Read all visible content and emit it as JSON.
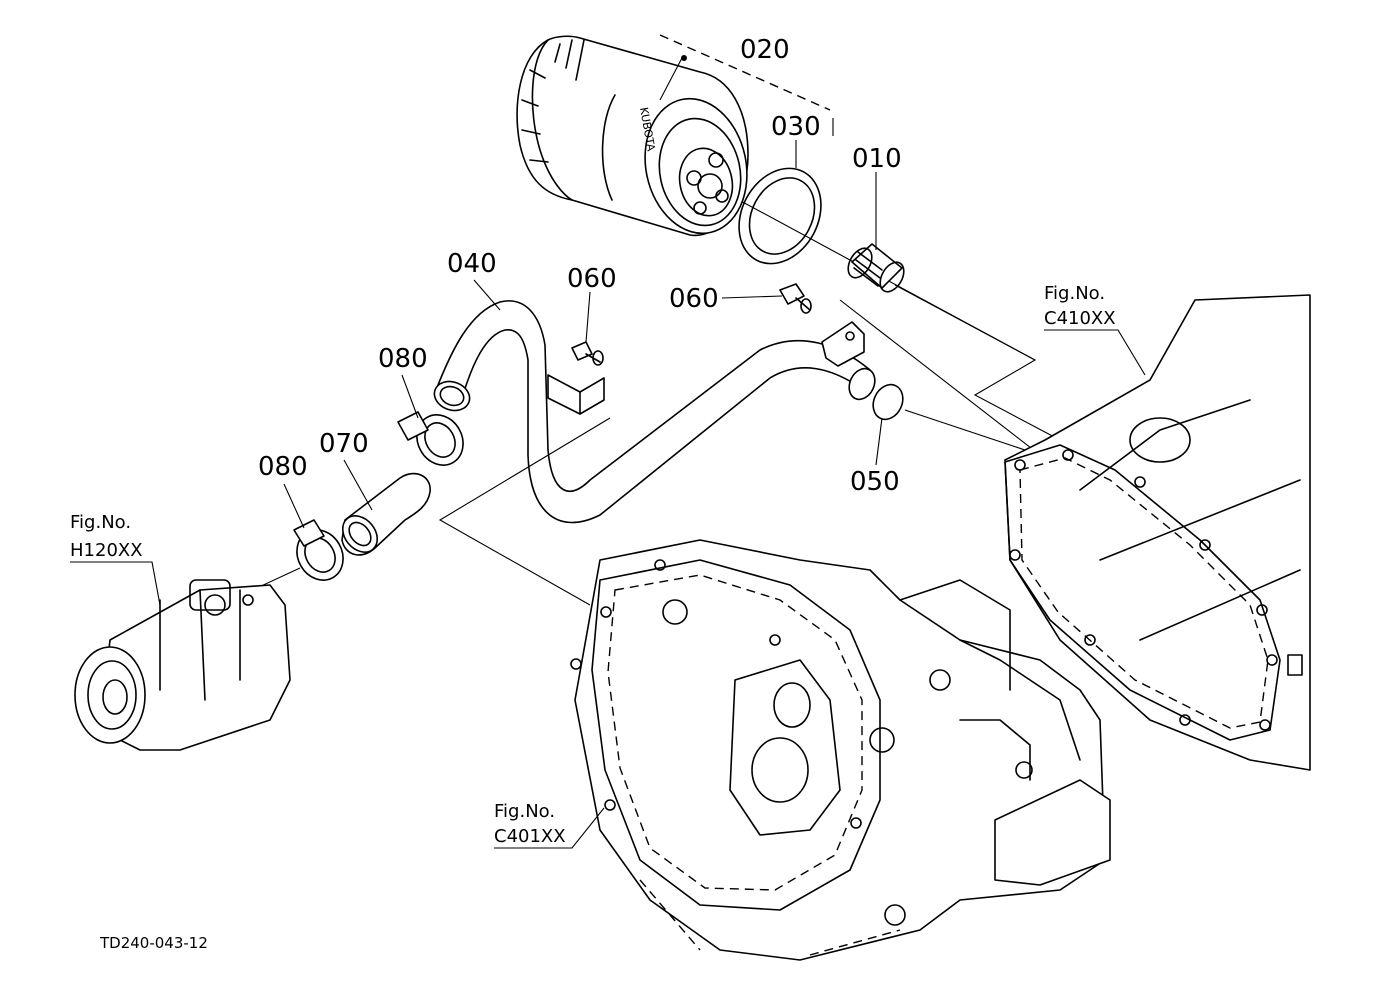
{
  "labels": {
    "p010": "010",
    "p020": "020",
    "p030": "030",
    "p040": "040",
    "p050": "050",
    "p060a": "060",
    "p060b": "060",
    "p070": "070",
    "p080a": "080",
    "p080b": "080"
  },
  "figrefs": {
    "h120": {
      "title": "Fig.No.",
      "code": "H120XX"
    },
    "c410": {
      "title": "Fig.No.",
      "code": "C410XX"
    },
    "c401": {
      "title": "Fig.No.",
      "code": "C401XX"
    }
  },
  "drawing_code": "TD240-043-12",
  "filter_brand": "KUBOTA"
}
